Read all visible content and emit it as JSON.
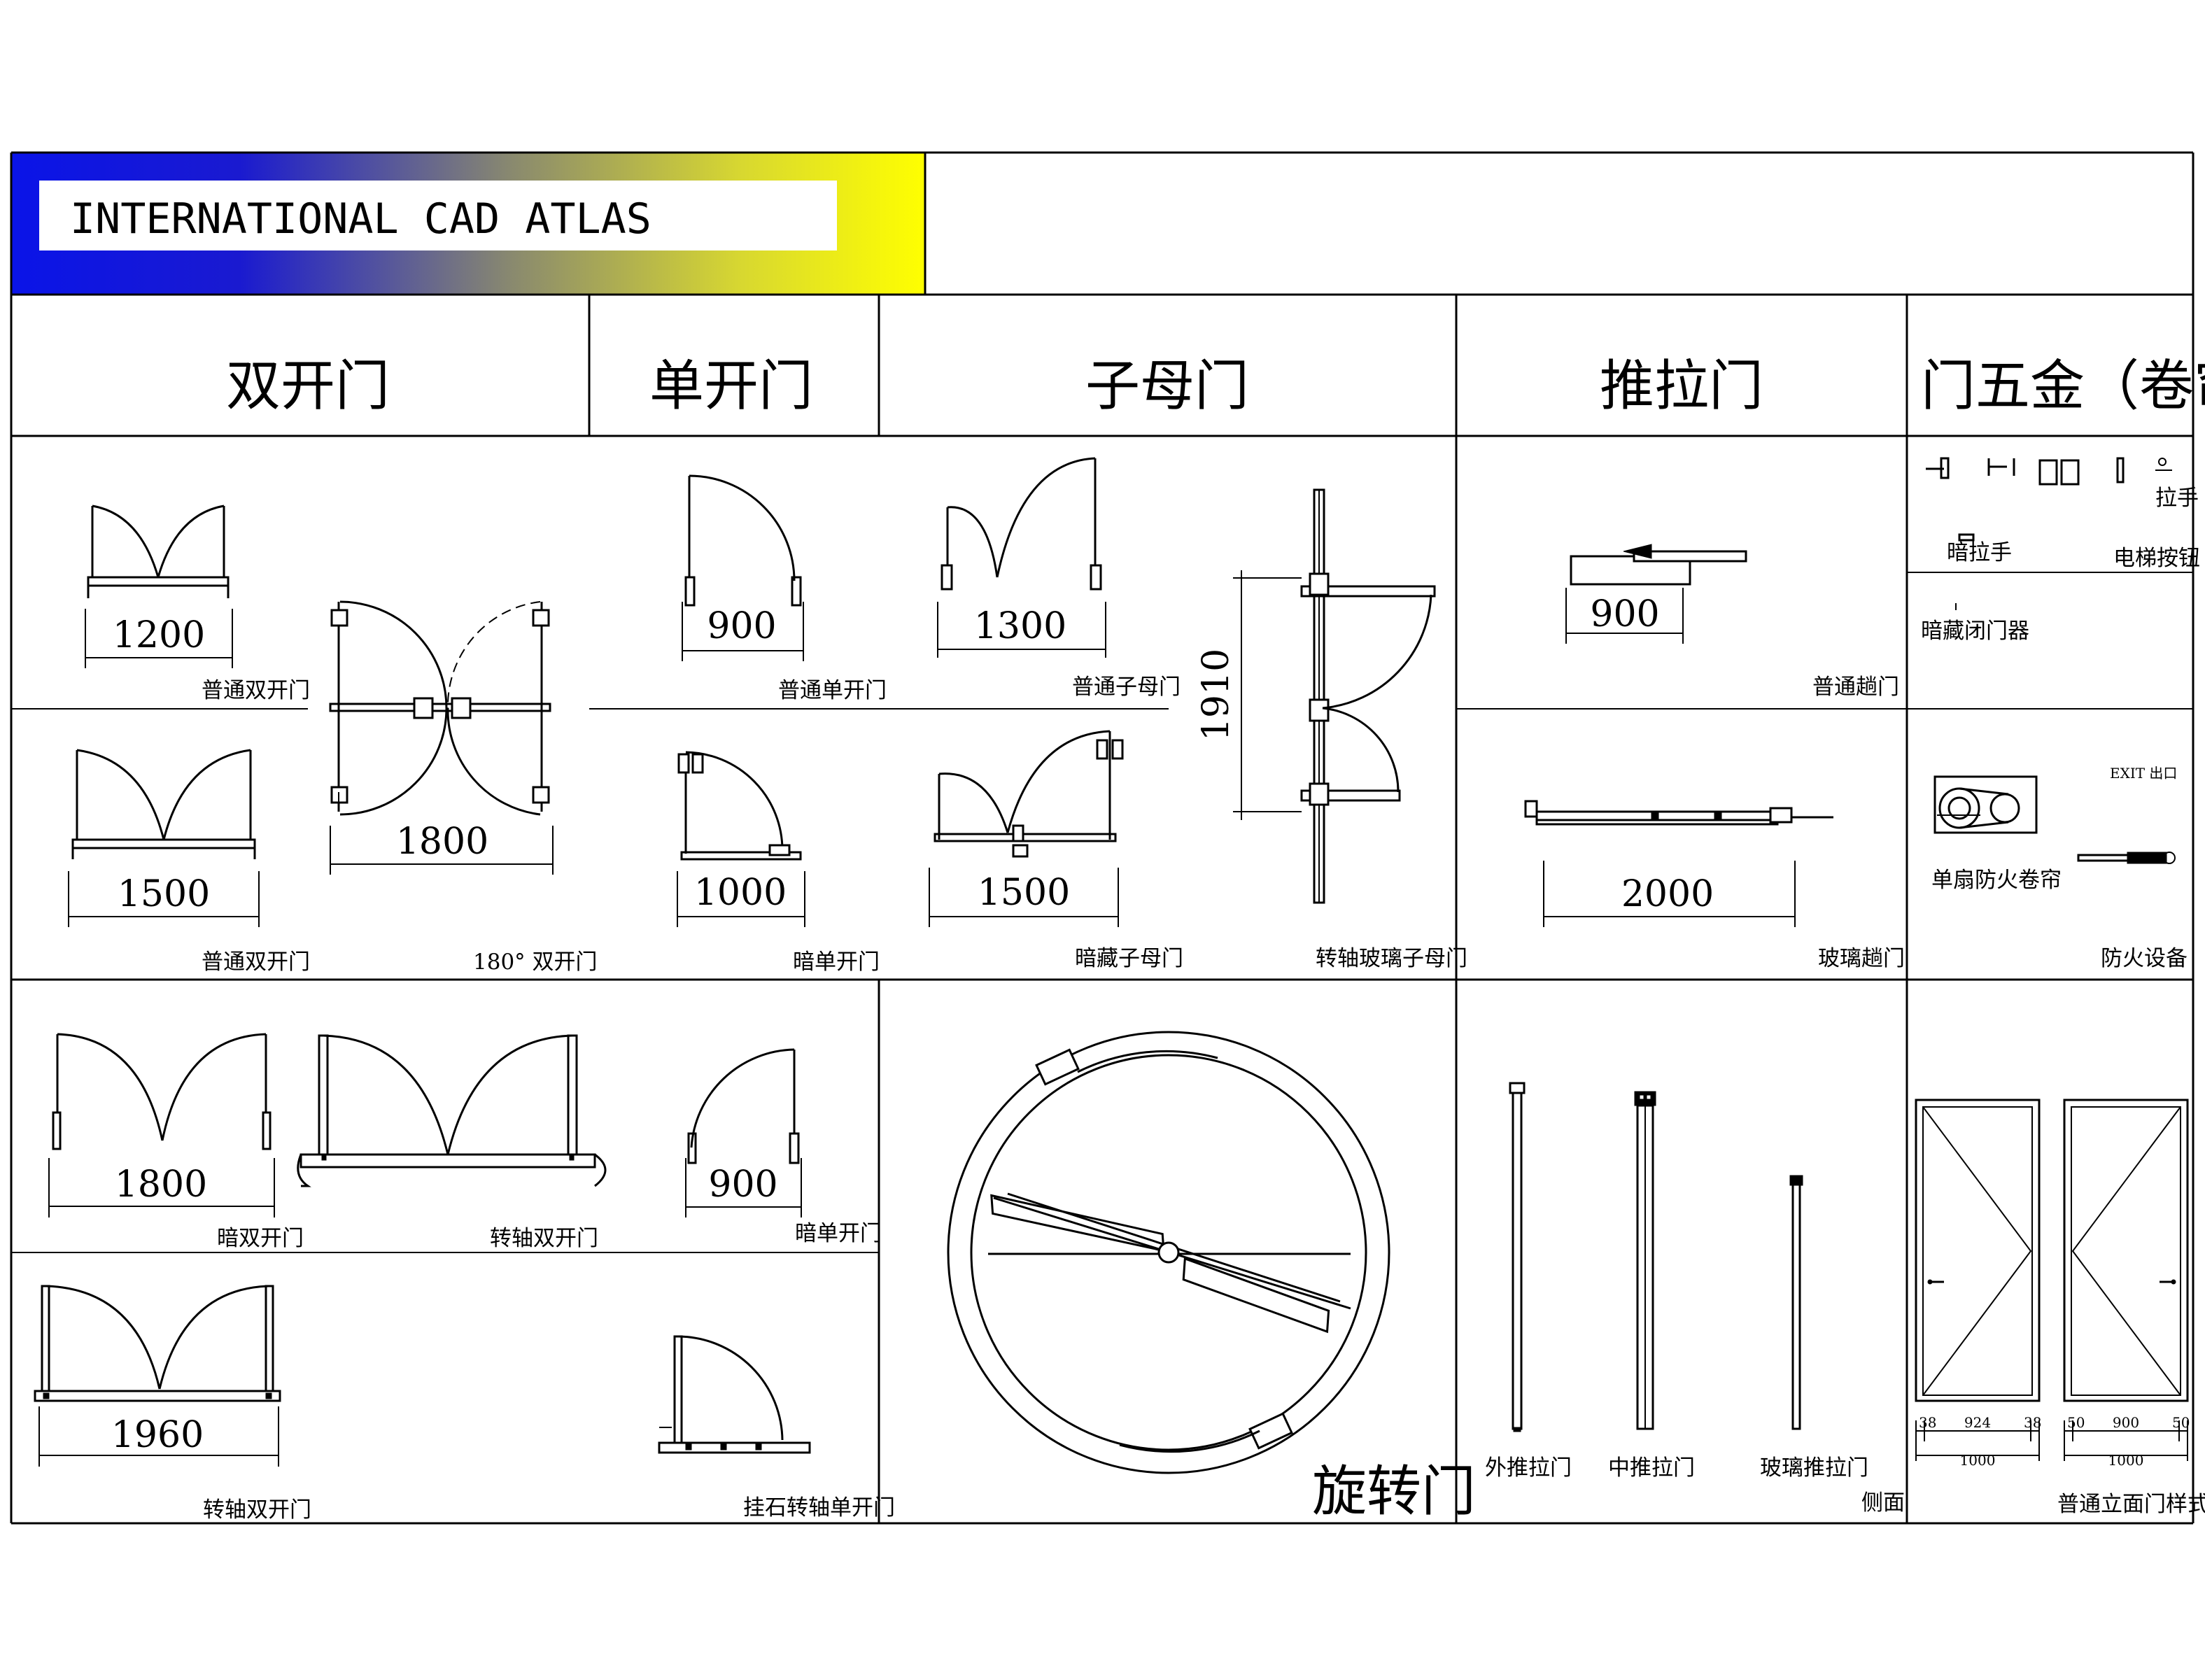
{
  "banner": {
    "title": "INTERNATIONAL CAD ATLAS"
  },
  "headers": [
    "双开门",
    "单开门",
    "子母门",
    "推拉门",
    "门五金（卷帘"
  ],
  "captions": {
    "d1200": "普通双开门",
    "d1500": "普通双开门",
    "d180": "180° 双开门",
    "s900": "普通单开门",
    "s1000": "暗单开门",
    "m1300": "普通子母门",
    "m1500": "暗藏子母门",
    "pivot_glass": "转轴玻璃子母门",
    "sl900": "普通趟门",
    "sl2000": "玻璃趟门",
    "d1800": "暗双开门",
    "pivot_double": "转轴双开门",
    "s900b": "暗单开门",
    "d1960": "转轴双开门",
    "stone_pivot": "挂石转轴单开门",
    "revolving": "旋转门",
    "ext_sliding": "外推拉门",
    "mid_sliding": "中推拉门",
    "glass_sliding": "玻璃推拉门",
    "side": "侧面",
    "elevation": "普通立面门样式"
  },
  "hardware": {
    "handle": "拉手",
    "hidden_handle": "暗拉手",
    "elevator_button": "电梯按钮",
    "hidden_closer": "暗藏闭门器",
    "fire_shutter": "单扇防火卷帘",
    "fire_equipment": "防火设备",
    "exit_sign": "EXIT 出口"
  },
  "dimensions": {
    "d1200": "1200",
    "d1500": "1500",
    "d180": "1800",
    "s900": "900",
    "s1000": "1000",
    "m1300": "1300",
    "m1500": "1500",
    "pivot_height": "1910",
    "sl900": "900",
    "sl2000": "2000",
    "d1800": "1800",
    "s900b": "900",
    "d1960": "1960"
  },
  "elevation_dims": {
    "left": {
      "a": "38",
      "b": "924",
      "c": "38",
      "total": "1000"
    },
    "right": {
      "a": "50",
      "b": "900",
      "c": "50",
      "total": "1000"
    }
  }
}
